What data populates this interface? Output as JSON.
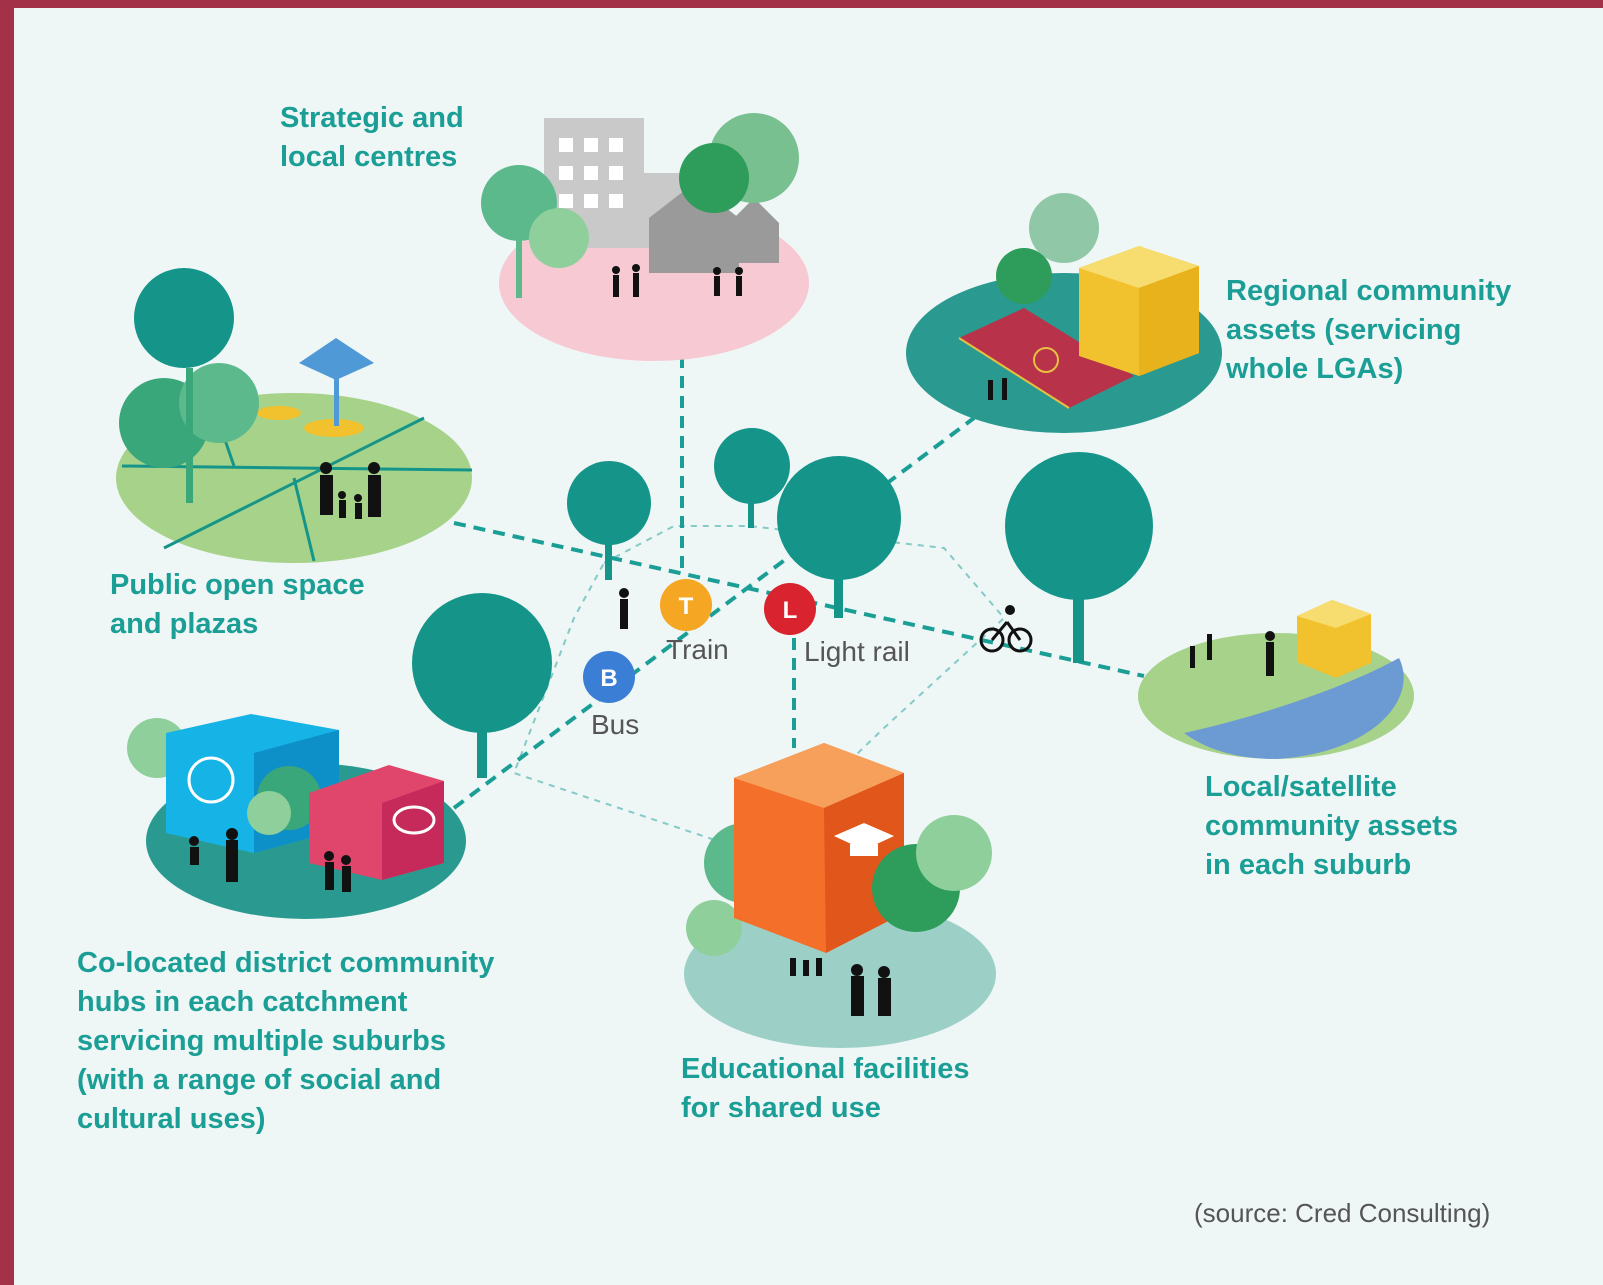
{
  "labels": {
    "strategic_centres": "Strategic and\nlocal centres",
    "regional_assets": "Regional community\nassets (servicing\nwhole LGAs)",
    "open_space": "Public open space\nand plazas",
    "local_assets": "Local/satellite\ncommunity assets\nin each suburb",
    "district_hubs": "Co-located district community\nhubs in each catchment\nservicing multiple suburbs\n(with a range of social and\ncultural uses)",
    "educational": "Educational facilities\nfor shared use",
    "source": "(source: Cred Consulting)"
  },
  "transport": {
    "train": {
      "letter": "T",
      "label": "Train",
      "color": "#f5a623"
    },
    "light_rail": {
      "letter": "L",
      "label": "Light rail",
      "color": "#d9232e"
    },
    "bus": {
      "letter": "B",
      "label": "Bus",
      "color": "#3a7fd5"
    }
  },
  "colors": {
    "teal_text": "#1a9e95",
    "tree": "#15958a",
    "line": "#1a9e95",
    "border": "#a33248",
    "background": "#eef6f6"
  }
}
